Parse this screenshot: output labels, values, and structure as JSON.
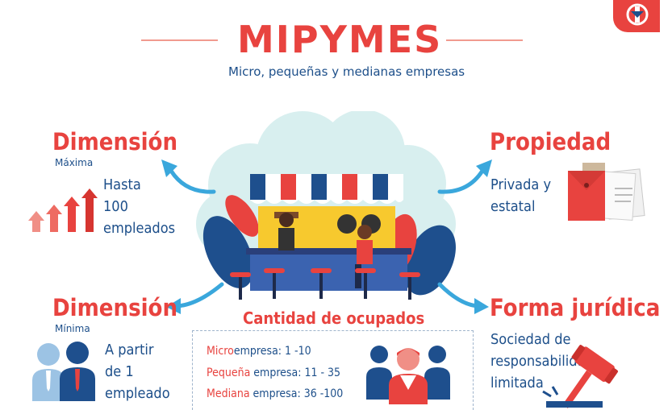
{
  "header": {
    "title": "MIPYMES",
    "subtitle": "Micro, pequeñas y medianas empresas"
  },
  "sections": {
    "dim_max": {
      "title": "Dimensión",
      "small": "Máxima",
      "text_lines": [
        "Hasta",
        "100",
        "empleados"
      ]
    },
    "propiedad": {
      "title": "Propiedad",
      "text_lines": [
        "Privada y",
        "estatal"
      ]
    },
    "dim_min": {
      "title": "Dimensión",
      "small": "Mínima",
      "text_lines": [
        "A partir",
        "de 1",
        "empleado"
      ]
    },
    "forma": {
      "title": "Forma jurídica",
      "text_lines": [
        "Sociedad de responsabilidad",
        "limitada"
      ]
    }
  },
  "ocupados": {
    "title": "Cantidad de ocupados",
    "rows": [
      {
        "hl": "Micro",
        "rest": "empresa:  1 -10"
      },
      {
        "hl": "Pequeña",
        "rest": " empresa:  11 - 35"
      },
      {
        "hl": "Mediana",
        "rest": " empresa:   36 -100"
      }
    ]
  },
  "icons": {
    "logo": "newspaper-logo-icon",
    "growth": "growth-arrows-icon",
    "folder": "documents-folder-icon",
    "people": "two-people-icon",
    "workers": "group-workers-icon",
    "gavel": "gavel-icon",
    "kiosk": "store-kiosk-illustration"
  },
  "colors": {
    "accent": "#e8433f",
    "text": "#1d4f8a",
    "arrow": "#3aa7dc"
  }
}
